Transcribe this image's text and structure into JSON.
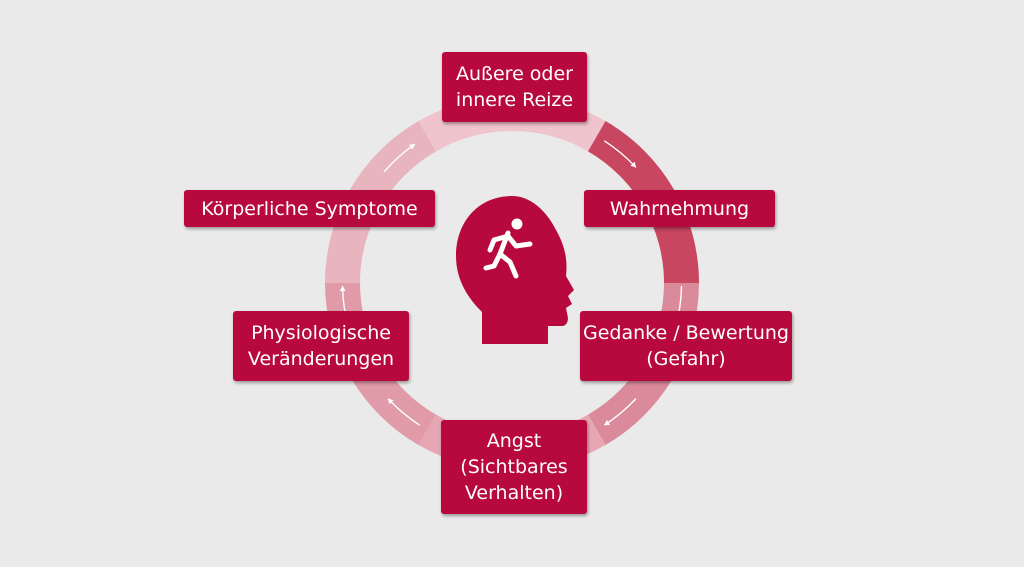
{
  "diagram": {
    "center_icon": "head-with-running-person-icon",
    "colors": {
      "background": "#eaeaea",
      "box": "#b8093f",
      "box_text": "#ffffff",
      "head": "#b8093f",
      "ring_segments": [
        "#efc4cc",
        "#c94660",
        "#da8a9a",
        "#e6a7b3",
        "#e09aa8",
        "#e8b5be"
      ]
    },
    "steps": [
      {
        "label": "Außere oder\ninnere Reize"
      },
      {
        "label": "Wahrnehmung"
      },
      {
        "label": "Gedanke / Bewertung\n(Gefahr)"
      },
      {
        "label": "Angst\n(Sichtbares\nVerhalten)"
      },
      {
        "label": "Physiologische\nVeränderungen"
      },
      {
        "label": "Körperliche Symptome"
      }
    ]
  }
}
